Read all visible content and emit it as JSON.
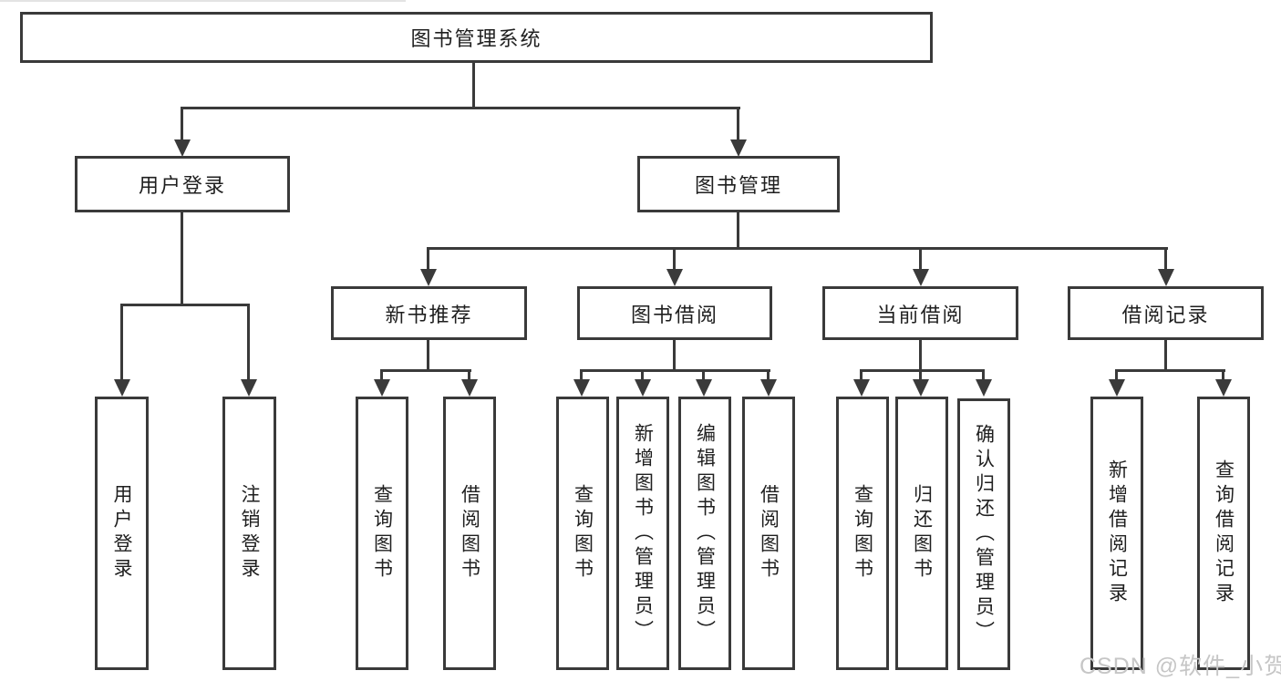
{
  "diagram": {
    "type": "tree",
    "orientation": "top-down",
    "colors": {
      "line": "#3a3a3a",
      "text": "#1f1f1f",
      "background": "#ffffff",
      "watermark": "#c6c6c6"
    }
  },
  "watermark": {
    "text": "CSDN @软件_小贺同学"
  },
  "tree": {
    "root": {
      "label": "图书管理系统"
    },
    "level1": [
      {
        "label": "用户登录",
        "children": [
          {
            "label": "用户登录"
          },
          {
            "label": "注销登录"
          }
        ]
      },
      {
        "label": "图书管理",
        "children": [
          {
            "label": "新书推荐",
            "children": [
              {
                "label": "查询图书"
              },
              {
                "label": "借阅图书"
              }
            ]
          },
          {
            "label": "图书借阅",
            "children": [
              {
                "label": "查询图书"
              },
              {
                "label": "新增图书（管理员）"
              },
              {
                "label": "编辑图书（管理员）"
              },
              {
                "label": "借阅图书"
              }
            ]
          },
          {
            "label": "当前借阅",
            "children": [
              {
                "label": "查询图书"
              },
              {
                "label": "归还图书"
              },
              {
                "label": "确认归还（管理员）"
              }
            ]
          },
          {
            "label": "借阅记录",
            "children": [
              {
                "label": "新增借阅记录"
              },
              {
                "label": "查询借阅记录"
              }
            ]
          }
        ]
      }
    ]
  }
}
